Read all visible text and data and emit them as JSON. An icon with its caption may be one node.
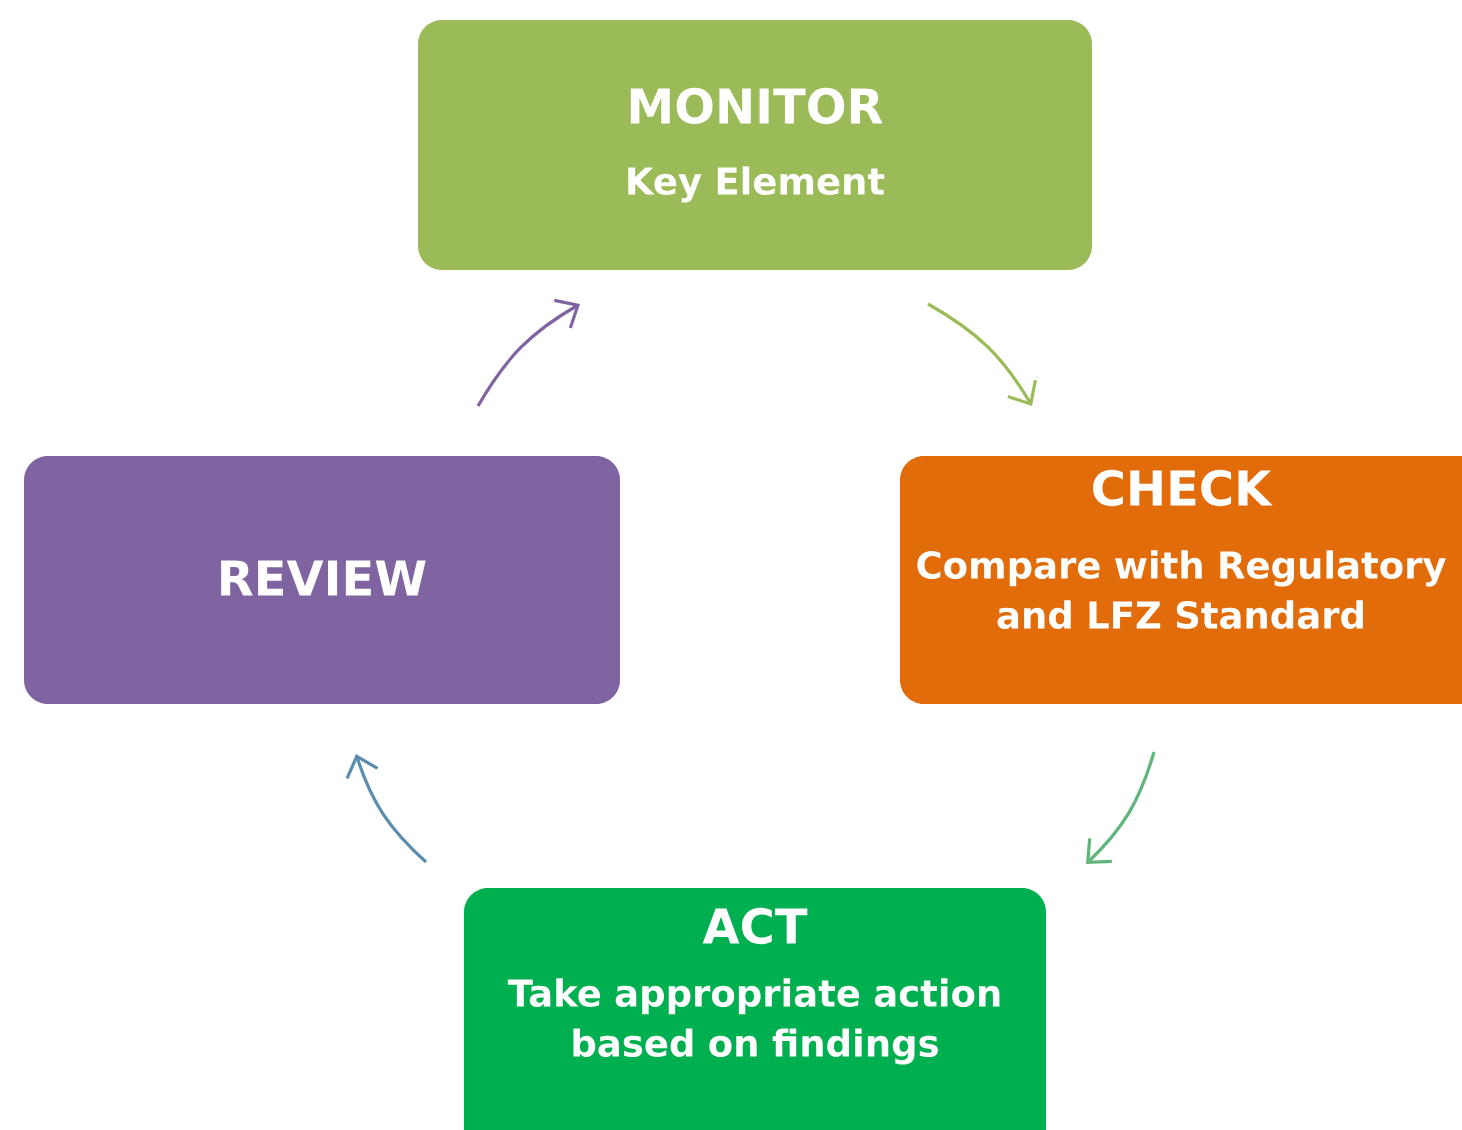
{
  "diagram": {
    "nodes": [
      {
        "text": [
          "MONITOR",
          "Key Element"
        ]
      },
      {
        "text": [
          "CHECK",
          "Compare with Regulatory and LFZ Standard"
        ]
      },
      {
        "text": [
          "ACT",
          "Take appropriate action based on findings"
        ]
      },
      {
        "text": [
          "REVIEW"
        ]
      }
    ],
    "edges": [
      {
        "from": 0,
        "to": 1,
        "arrow": "to",
        "color": "#9bbb59"
      },
      {
        "from": 1,
        "to": 2,
        "arrow": "to",
        "color": "#5fb57a"
      },
      {
        "from": 2,
        "to": 3,
        "arrow": "to",
        "color": "#5b8db0"
      },
      {
        "from": 3,
        "to": 0,
        "arrow": "to",
        "color": "#8064a2"
      }
    ]
  }
}
